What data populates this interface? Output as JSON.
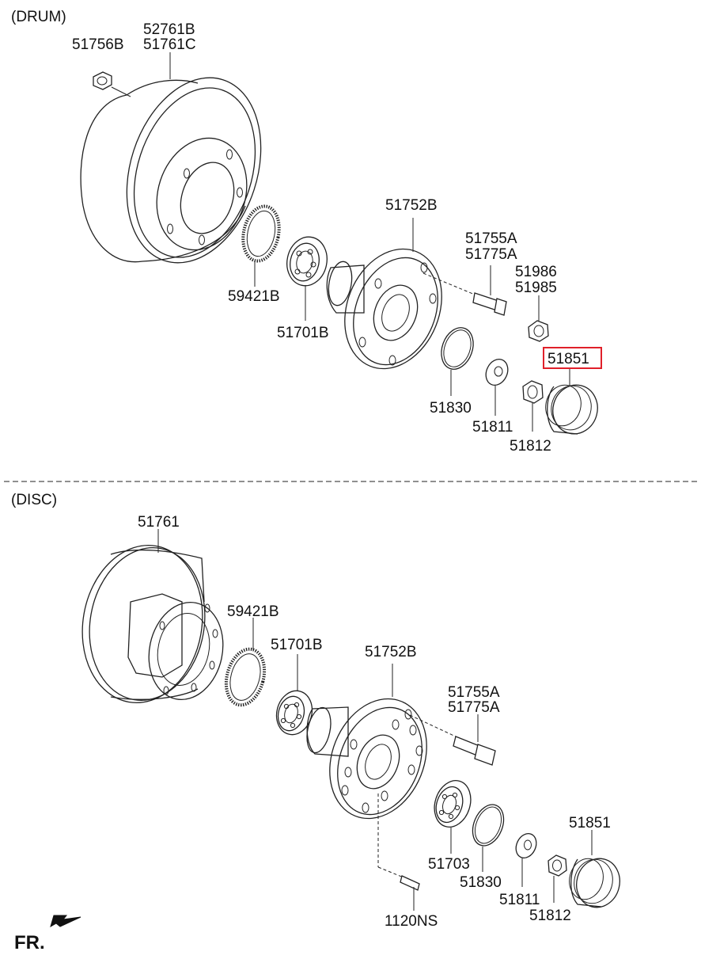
{
  "sections": {
    "drum": "(DRUM)",
    "disc": "(DISC)"
  },
  "direction": {
    "label": "FR.",
    "icon": "arrow-down-left-icon"
  },
  "highlight_color": "#e0202a",
  "drum_labels": {
    "p51756b": "51756B",
    "p52761b": "52761B",
    "p51761c": "51761C",
    "p51752b": "51752B",
    "p51755a": "51755A",
    "p51775a": "51775A",
    "p51986": "51986",
    "p51985": "51985",
    "p59421b": "59421B",
    "p51701b": "51701B",
    "p51851": "51851",
    "p51830": "51830",
    "p51811": "51811",
    "p51812": "51812"
  },
  "disc_labels": {
    "p51761": "51761",
    "p59421b": "59421B",
    "p51701b": "51701B",
    "p51752b": "51752B",
    "p51755a": "51755A",
    "p51775a": "51775A",
    "p51851": "51851",
    "p51703": "51703",
    "p51830": "51830",
    "p51811": "51811",
    "p51812": "51812",
    "p1120ns": "1120NS"
  }
}
